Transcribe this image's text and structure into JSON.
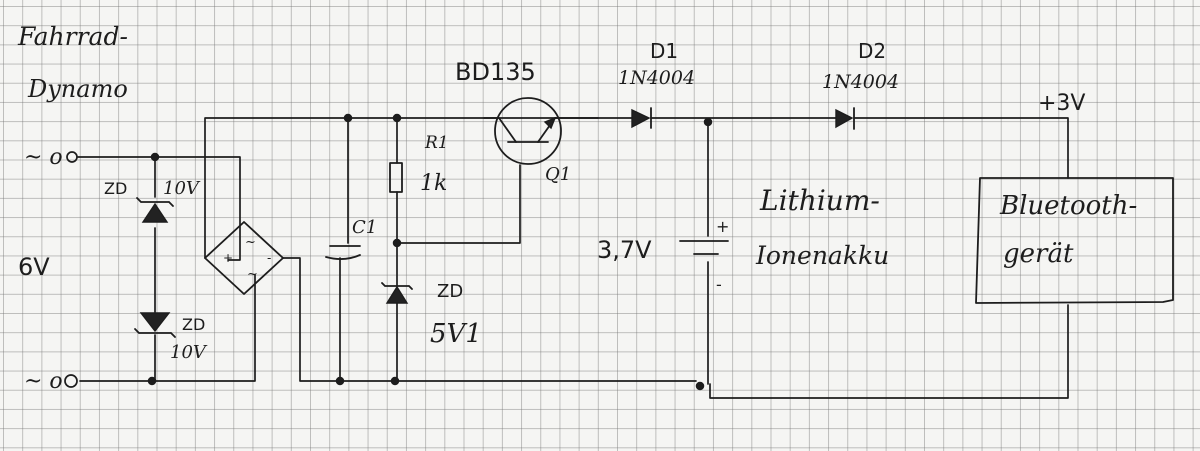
{
  "labels": {
    "source_line1": "Fahrrad-",
    "source_line2": "Dynamo",
    "ac_top": "~ o",
    "ac_bottom": "~ o",
    "voltage_in": "6V",
    "zd_upper_name": "ZD",
    "zd_upper_value": "10V",
    "zd_lower_name": "ZD",
    "zd_lower_value": "10V",
    "bridge_ac1": "~",
    "bridge_ac2": "~",
    "bridge_plus": "+",
    "bridge_minus": "-",
    "c1": "C1",
    "r1_name": "R1",
    "r1_value": "1k",
    "zd_ref_name": "ZD",
    "zd_ref_value": "5V1",
    "transistor_type": "BD135",
    "transistor_name": "Q1",
    "d1_name": "D1",
    "d1_type": "1N4004",
    "d2_name": "D2",
    "d2_type": "1N4004",
    "rail_voltage": "+3V",
    "battery_voltage": "3,7V",
    "battery_plus": "+",
    "battery_minus": "-",
    "battery_line1": "Lithium-",
    "battery_line2": "Ionenakku",
    "device_line1": "Bluetooth-",
    "device_line2": "gerät"
  }
}
